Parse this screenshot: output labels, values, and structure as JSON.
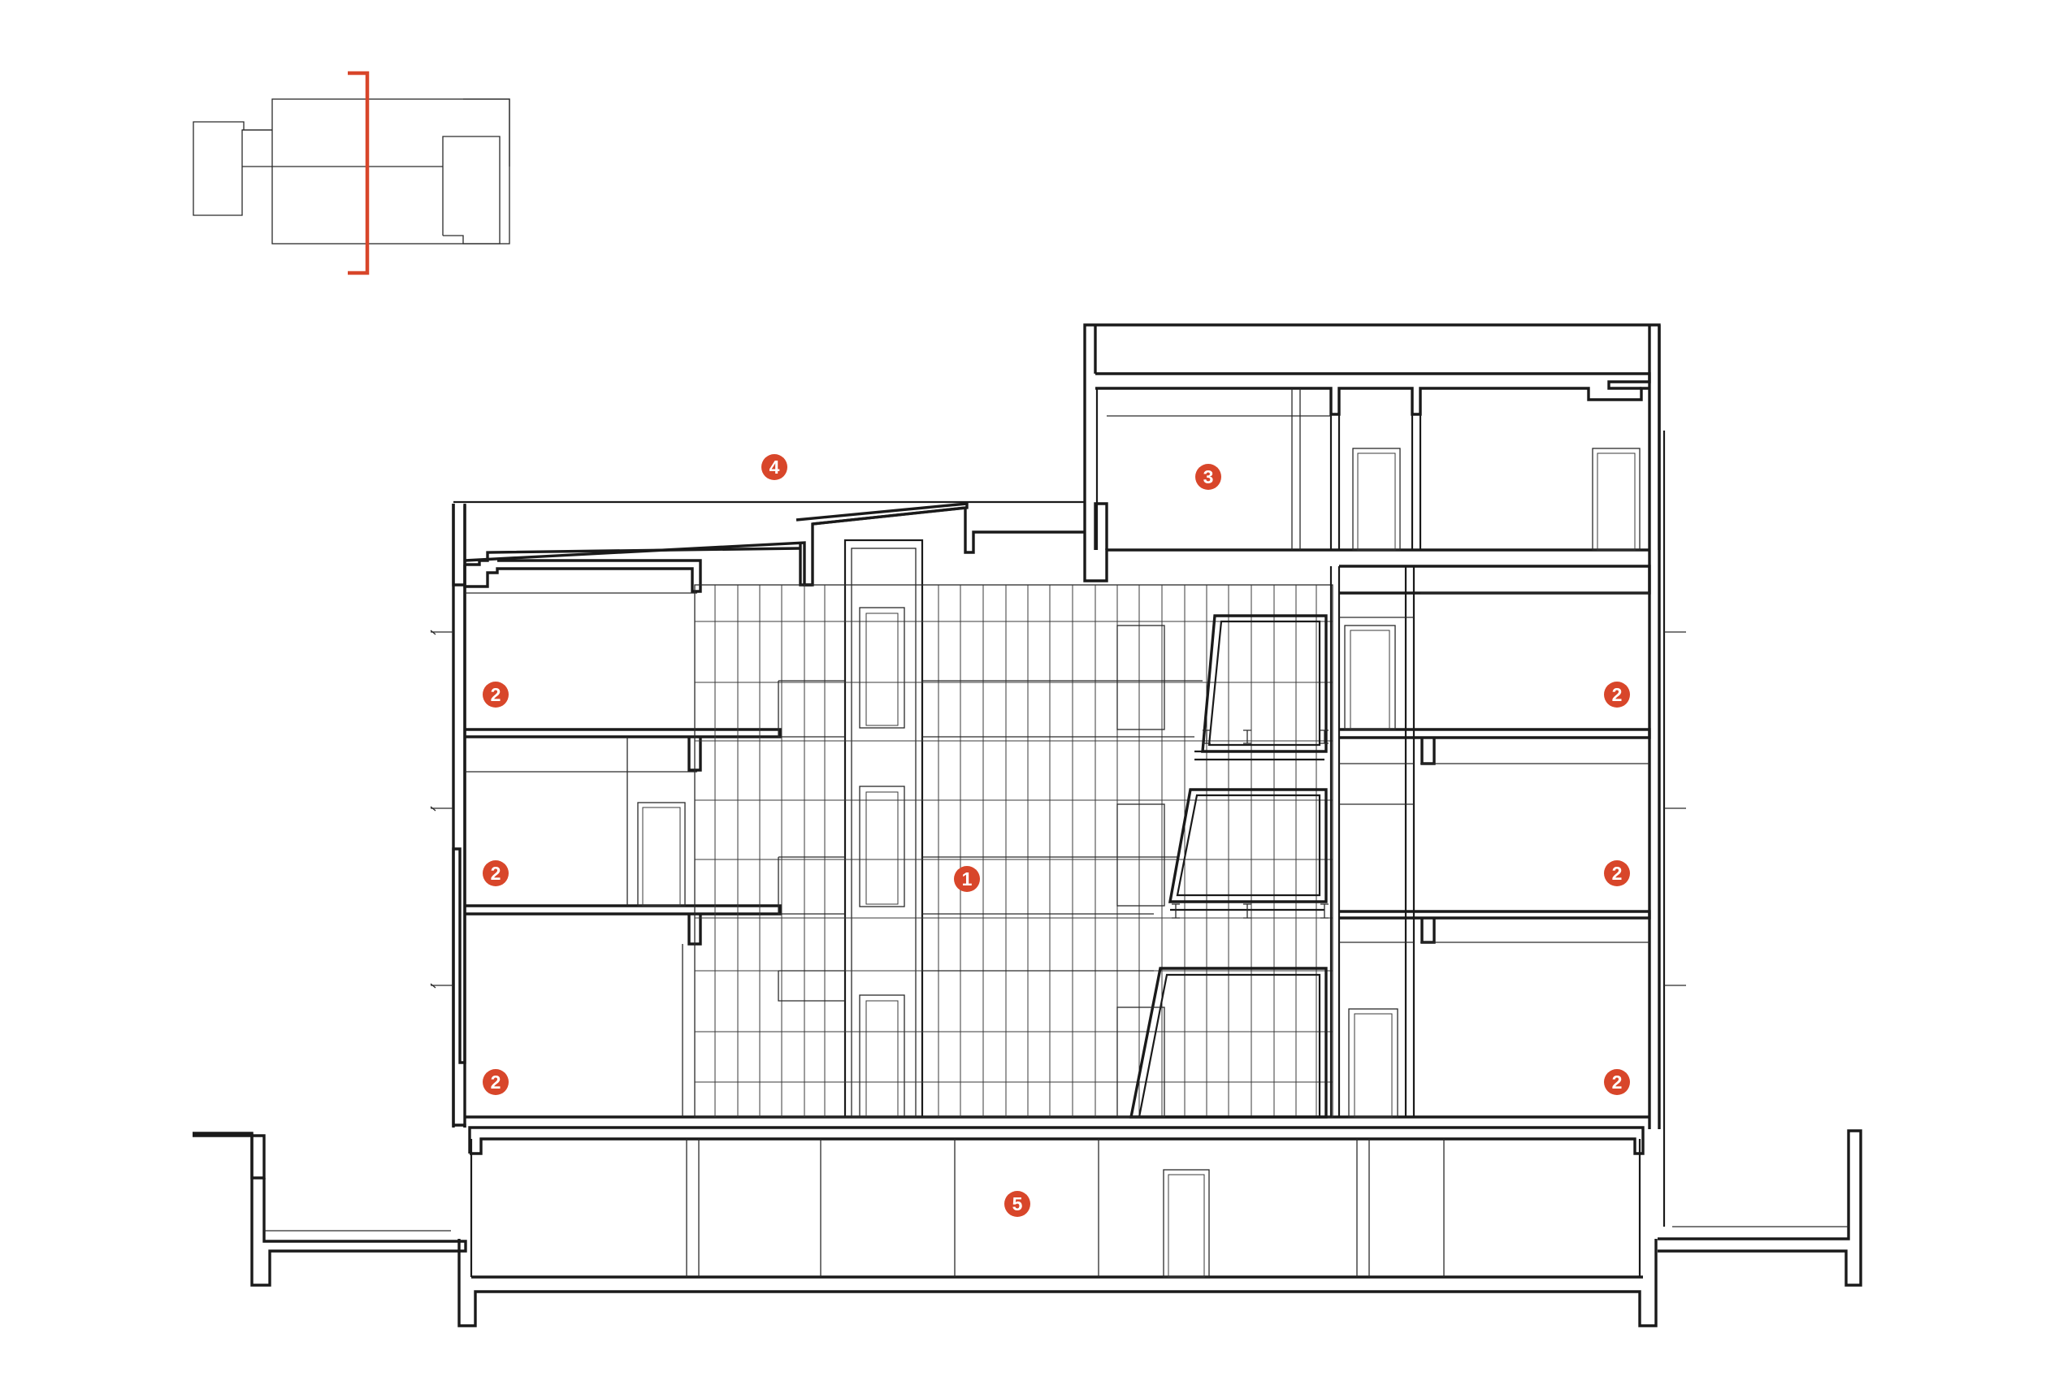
{
  "colors": {
    "accent": "#d8462a",
    "line": "#1a1a1a",
    "background": "#ffffff"
  },
  "key_plan": {
    "section_cut_color": "#d8462a"
  },
  "markers": [
    {
      "id": "m1",
      "label": "1"
    },
    {
      "id": "m2a",
      "label": "2"
    },
    {
      "id": "m2b",
      "label": "2"
    },
    {
      "id": "m2c",
      "label": "2"
    },
    {
      "id": "m2d",
      "label": "2"
    },
    {
      "id": "m2e",
      "label": "2"
    },
    {
      "id": "m2f",
      "label": "2"
    },
    {
      "id": "m3",
      "label": "3"
    },
    {
      "id": "m4",
      "label": "4"
    },
    {
      "id": "m5",
      "label": "5"
    }
  ]
}
